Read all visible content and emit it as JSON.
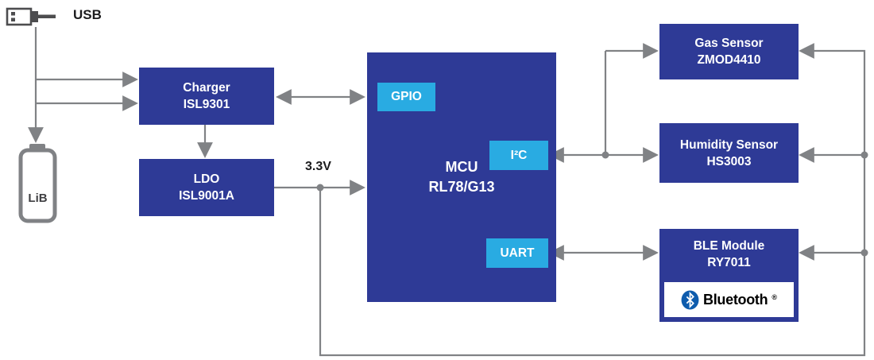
{
  "labels": {
    "usb": "USB",
    "battery": "LiB",
    "rail_voltage": "3.3V"
  },
  "blocks": {
    "charger": {
      "line1": "Charger",
      "line2": "ISL9301"
    },
    "ldo": {
      "line1": "LDO",
      "line2": "ISL9001A"
    },
    "mcu": {
      "line1": "MCU",
      "line2": "RL78/G13"
    },
    "gpio": {
      "label": "GPIO"
    },
    "i2c": {
      "label": "I²C"
    },
    "uart": {
      "label": "UART"
    },
    "gas_sensor": {
      "line1": "Gas Sensor",
      "line2": "ZMOD4410"
    },
    "humidity_sensor": {
      "line1": "Humidity Sensor",
      "line2": "HS3003"
    },
    "ble_module": {
      "line1": "BLE Module",
      "line2": "RY7011",
      "badge": "Bluetooth",
      "badge_reg": "®"
    }
  },
  "icons": {
    "usb": "usb-plug-icon",
    "battery": "battery-icon",
    "bluetooth": "bluetooth-icon"
  },
  "colors": {
    "block_blue": "#2e3a96",
    "accent_cyan": "#29abe2",
    "connector_gray": "#808285",
    "block_text": "#ffffff",
    "label_text": "#231f20",
    "bluetooth_blue": "#0e5cad",
    "background": "#ffffff"
  }
}
